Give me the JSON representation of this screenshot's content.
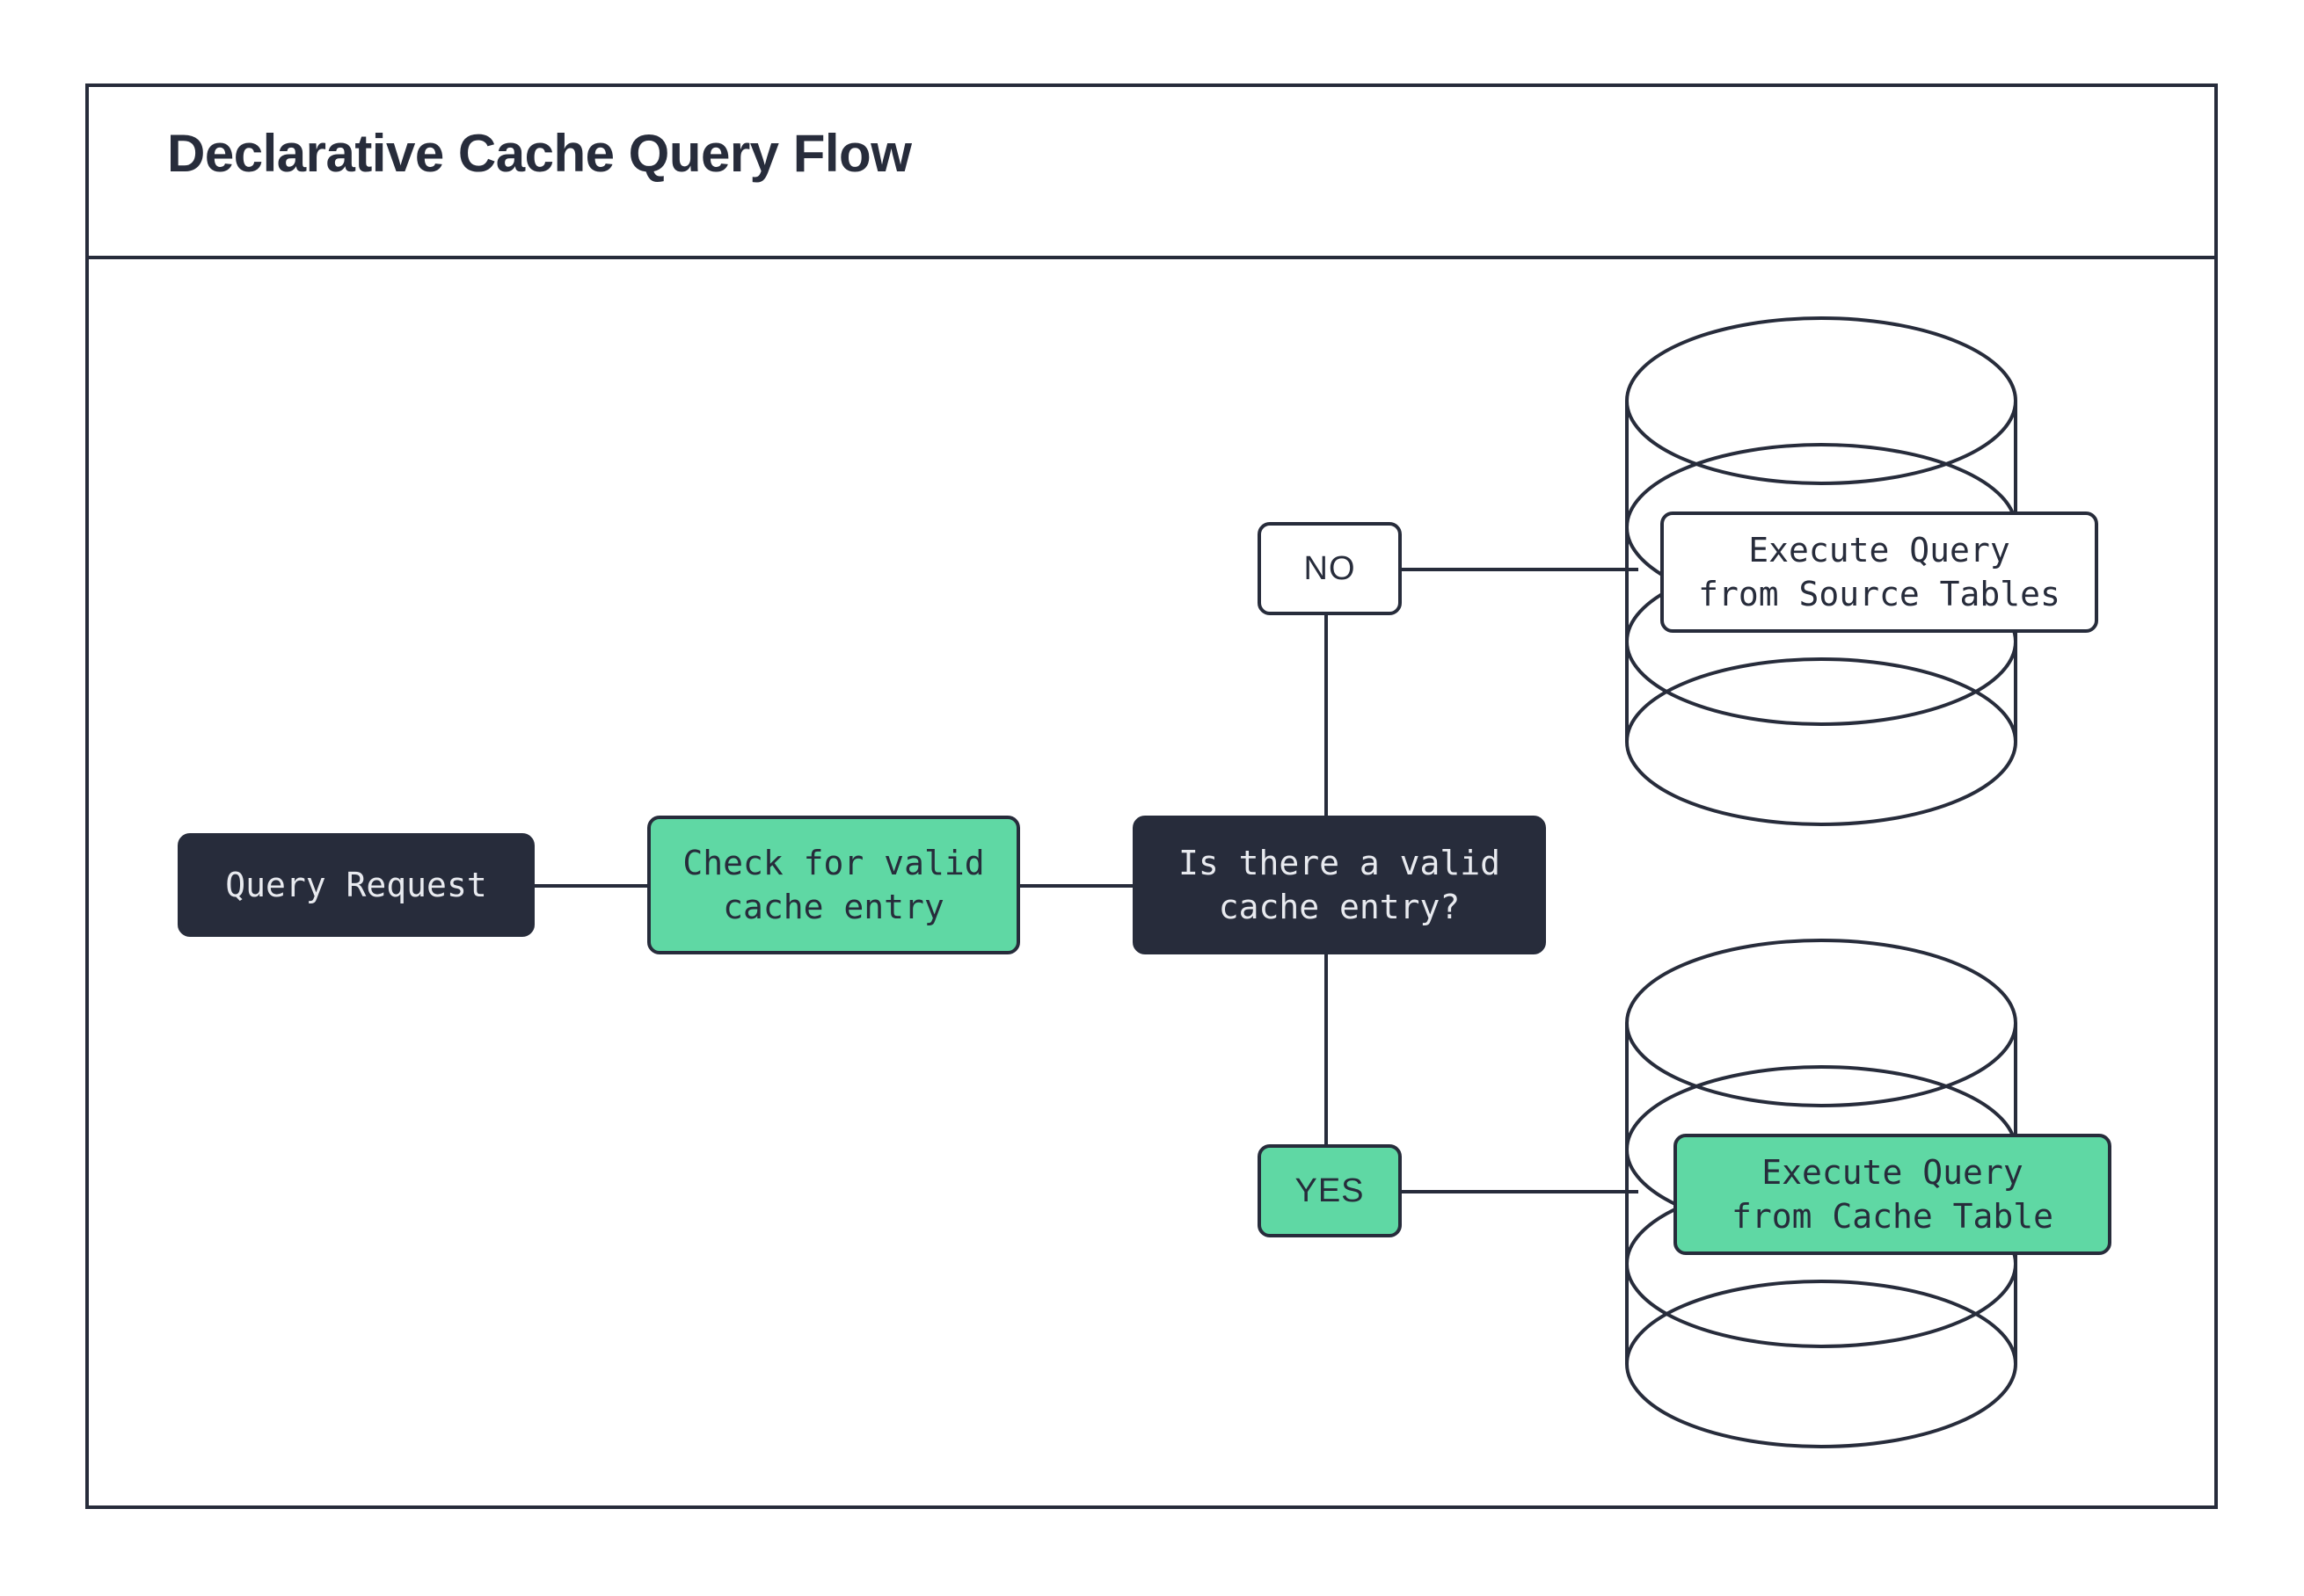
{
  "frame": {
    "title": "Declarative Cache Query Flow"
  },
  "palette": {
    "ink": "#272c3b",
    "green": "#5fd8a4",
    "paper": "#ffffff",
    "dark_text": "#e8eaef"
  },
  "flow": {
    "nodes": [
      {
        "id": "query-request",
        "label": "Query Request",
        "style": "dark"
      },
      {
        "id": "check-cache",
        "label": "Check for valid\ncache entry",
        "style": "green"
      },
      {
        "id": "decision-valid-cache",
        "label": "Is there a valid\ncache entry?",
        "style": "dark"
      },
      {
        "id": "execute-source",
        "label": "Execute Query\nfrom Source Tables",
        "style": "white"
      },
      {
        "id": "execute-cache",
        "label": "Execute Query\nfrom Cache Table",
        "style": "green"
      }
    ],
    "branch_labels": [
      {
        "id": "branch-no",
        "label": "NO",
        "style": "white"
      },
      {
        "id": "branch-yes",
        "label": "YES",
        "style": "green"
      }
    ],
    "databases": [
      {
        "id": "source-tables-db",
        "contains": "execute-source"
      },
      {
        "id": "cache-table-db",
        "contains": "execute-cache"
      }
    ]
  }
}
